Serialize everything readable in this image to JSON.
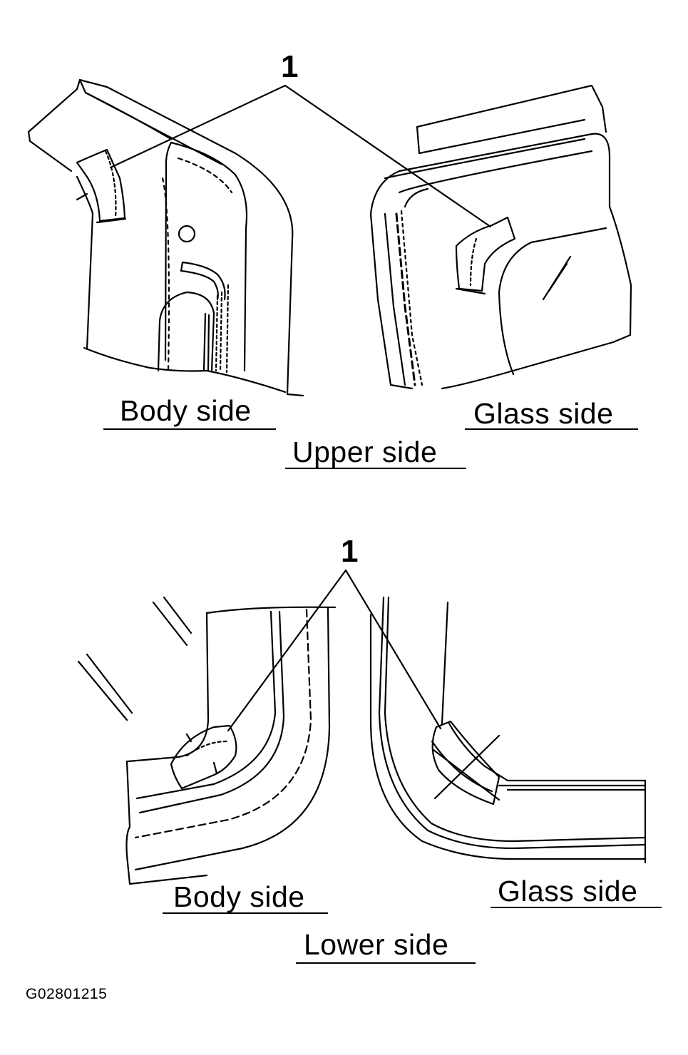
{
  "upper": {
    "callout": "1",
    "body_label": "Body side",
    "glass_label": "Glass side",
    "section_label": "Upper side"
  },
  "lower": {
    "callout": "1",
    "body_label": "Body side",
    "glass_label": "Glass side",
    "section_label": "Lower side"
  },
  "figure_code": "G02801215"
}
